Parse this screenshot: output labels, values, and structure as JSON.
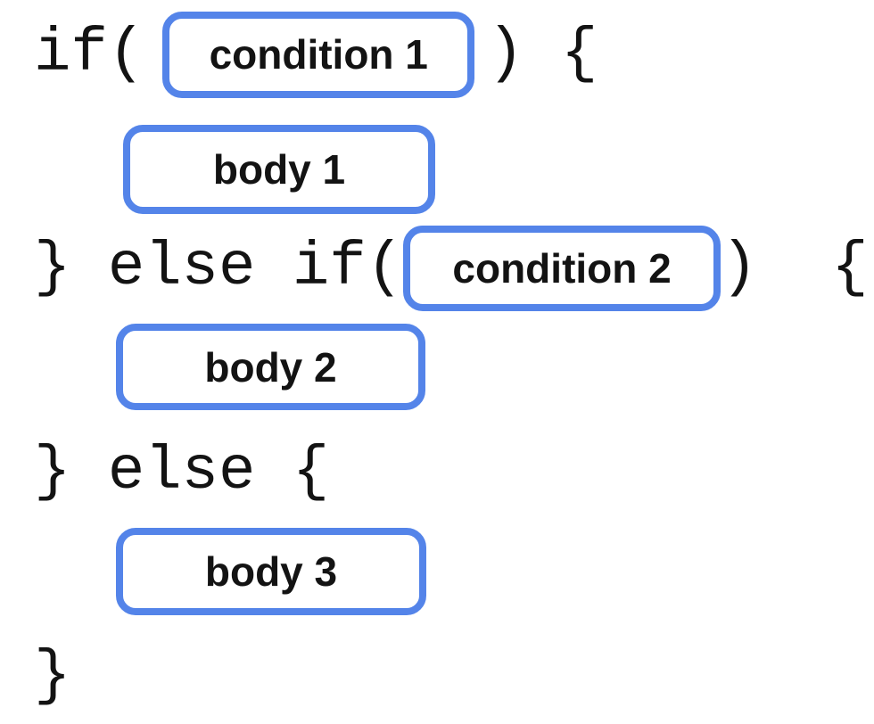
{
  "diagram": {
    "type": "code-structure",
    "language_construct": "if / else if / else"
  },
  "code": {
    "line1_before": "if(",
    "line1_after": ") {",
    "line3_before": "} else if(",
    "line3_after": ")  {",
    "line5": "} else {",
    "line7": "}"
  },
  "slots": {
    "condition1": "condition 1",
    "body1": "body 1",
    "condition2": "condition 2",
    "body2": "body 2",
    "body3": "body 3"
  },
  "colors": {
    "accent_blue": "#5484E9",
    "text": "#131313",
    "box_fill": "#FFFFFF",
    "background": "#FFFFFF"
  }
}
